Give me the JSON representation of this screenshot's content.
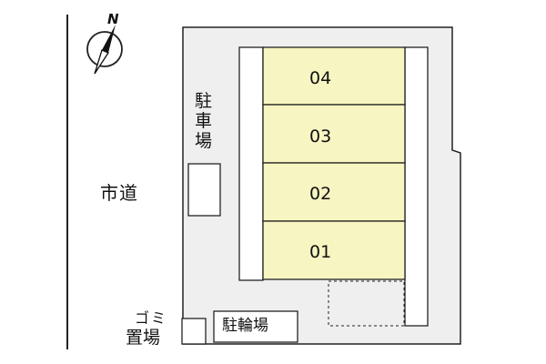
{
  "compass": {
    "north_letter": "N"
  },
  "road": {
    "label": "市道"
  },
  "parking": {
    "chars": [
      "駐",
      "車",
      "場"
    ]
  },
  "units": [
    {
      "number": "04"
    },
    {
      "number": "03"
    },
    {
      "number": "02"
    },
    {
      "number": "01"
    }
  ],
  "bicycle_parking": {
    "label": "駐輪場"
  },
  "garbage": {
    "line1": "ゴミ",
    "line2": "置場"
  },
  "colors": {
    "lot": "#efefef",
    "unit_fill": "#f7f5c1",
    "outline": "#222222"
  }
}
